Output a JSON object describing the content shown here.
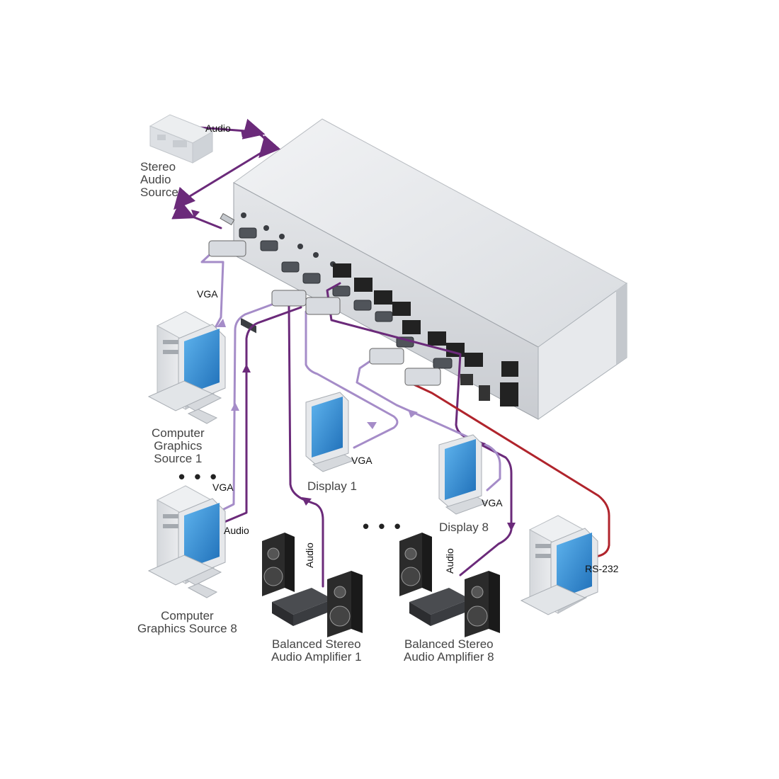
{
  "labels": {
    "stereo_audio_source": "Stereo\nAudio\nSource",
    "audio_top": "Audio",
    "vga_src1": "VGA",
    "cg_source1": "Computer\nGraphics\nSource 1",
    "dots_left": "• • •",
    "vga_src8": "VGA",
    "audio_src8": "Audio",
    "cg_source8": "Computer\nGraphics Source 8",
    "vga_display1": "VGA",
    "display1": "Display 1",
    "dots_middle": "• • •",
    "vga_display8": "VGA",
    "display8": "Display 8",
    "audio_amp1": "Audio",
    "amp1": "Balanced Stereo\nAudio Amplifier 1",
    "audio_amp8": "Audio",
    "amp8": "Balanced Stereo\nAudio Amplifier 8",
    "rs232": "RS-232"
  },
  "colors": {
    "audio_cable": "#6b2a7a",
    "vga_cable": "#a58cc8",
    "rs232_cable": "#b0242c",
    "screen": "#2d8fd8",
    "device_body": "#dcdfe3",
    "speaker": "#2b2b2b"
  }
}
